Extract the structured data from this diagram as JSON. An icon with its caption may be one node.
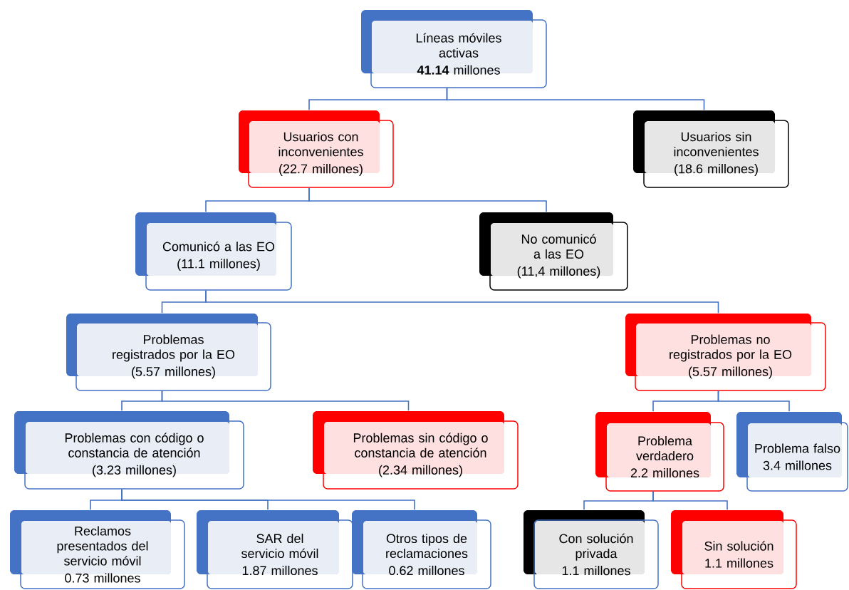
{
  "diagram": {
    "nodes": [
      {
        "text": [
          "Líneas móviles activas",
          "**41.14** millones"
        ]
      },
      {
        "text": [
          "Usuarios con inconvenientes",
          "(22.7 millones)"
        ]
      },
      {
        "text": [
          "Usuarios sin inconvenientes",
          "(18.6 millones)"
        ]
      },
      {
        "text": [
          "Comunicó a las EO",
          "(11.1 millones)"
        ]
      },
      {
        "text": [
          "No comunicó a las EO",
          "(11,4 millones)"
        ]
      },
      {
        "text": [
          "Problemas registrados por la EO",
          "(5.57 millones)"
        ]
      },
      {
        "text": [
          "Problemas no registrados por la EO",
          "(5.57 millones)"
        ]
      },
      {
        "text": [
          "Problemas con código o constancia de atención",
          "(3.23 millones)"
        ]
      },
      {
        "text": [
          "Problemas sin código o constancia de atención",
          "(2.34 millones)"
        ]
      },
      {
        "text": [
          "Problema verdadero",
          "2.2 millones"
        ]
      },
      {
        "text": [
          "Problema falso",
          "3.4 millones"
        ]
      },
      {
        "text": [
          "Reclamos presentados del servicio móvil",
          "0.73 millones"
        ]
      },
      {
        "text": [
          "SAR del servicio móvil",
          "1.87 millones"
        ]
      },
      {
        "text": [
          "Otros tipos de reclamaciones",
          "0.62 millones"
        ]
      },
      {
        "text": [
          "Con solución privada",
          "1.1 millones"
        ]
      },
      {
        "text": [
          "Sin solución",
          "1.1 millones"
        ]
      }
    ],
    "edges": [
      {
        "from": 0,
        "to": 1,
        "arrow": "none"
      },
      {
        "from": 0,
        "to": 2,
        "arrow": "none"
      },
      {
        "from": 1,
        "to": 3,
        "arrow": "none"
      },
      {
        "from": 1,
        "to": 4,
        "arrow": "none"
      },
      {
        "from": 3,
        "to": 5,
        "arrow": "none"
      },
      {
        "from": 3,
        "to": 6,
        "arrow": "none"
      },
      {
        "from": 5,
        "to": 7,
        "arrow": "none"
      },
      {
        "from": 5,
        "to": 8,
        "arrow": "none"
      },
      {
        "from": 6,
        "to": 9,
        "arrow": "none"
      },
      {
        "from": 6,
        "to": 10,
        "arrow": "none"
      },
      {
        "from": 7,
        "to": 11,
        "arrow": "none"
      },
      {
        "from": 7,
        "to": 12,
        "arrow": "none"
      },
      {
        "from": 7,
        "to": 13,
        "arrow": "none"
      },
      {
        "from": 9,
        "to": 14,
        "arrow": "none"
      },
      {
        "from": 9,
        "to": 15,
        "arrow": "none"
      }
    ]
  }
}
